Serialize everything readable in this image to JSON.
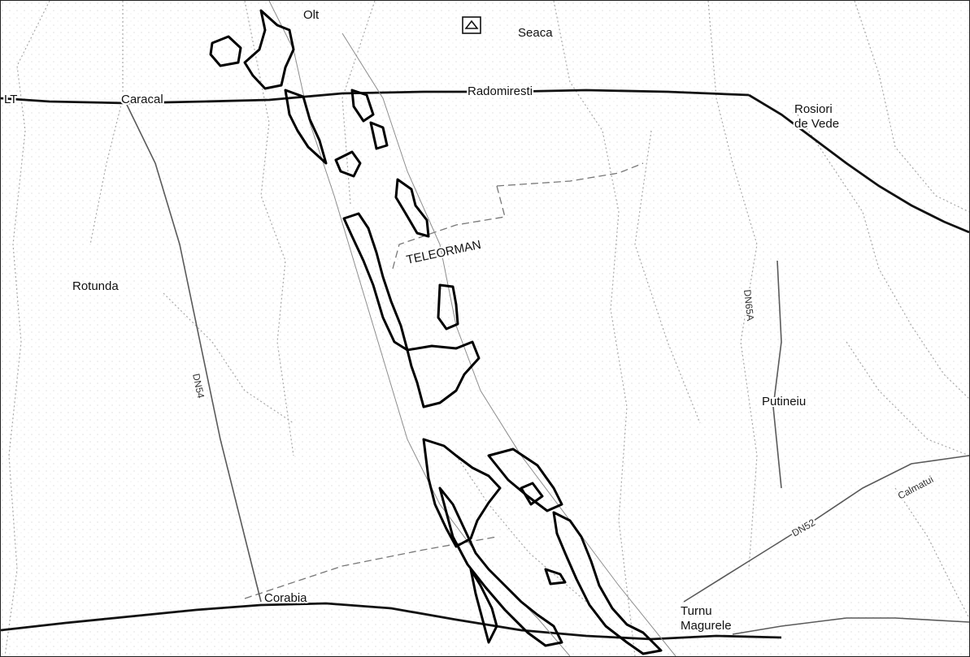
{
  "map": {
    "places": {
      "olt": "Olt",
      "seaca": "Seaca",
      "caracal": "Caracal",
      "radomiresti": "Radomiresti",
      "rosiori_1": "Rosiori",
      "rosiori_2": "de Vede",
      "lt": "LT",
      "rotunda": "Rotunda",
      "teleorman": "TELEORMAN",
      "putineiu": "Putineiu",
      "corabia": "Corabia",
      "turnu_1": "Turnu",
      "turnu_2": "Magurele",
      "calmatui": "Calmatui"
    },
    "roads": {
      "dn54": "DN54",
      "dn65a": "DN65A",
      "dn52": "DN52"
    },
    "icons": {
      "triangle_marker": "triangle-up-icon"
    },
    "colors": {
      "boundary": "#000000",
      "road": "#555555",
      "minor": "#b5b5b5",
      "label": "#111111"
    }
  }
}
